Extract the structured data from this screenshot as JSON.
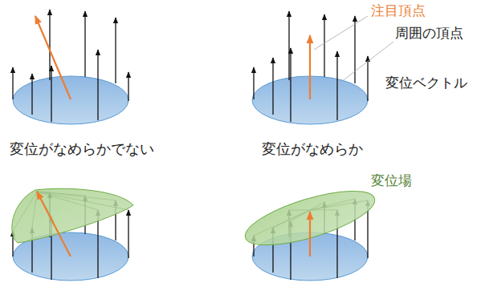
{
  "diagram": {
    "labels": [
      "注目頂点",
      "周囲の頂点",
      "変位ベクトル",
      "変位がなめらかでない",
      "変位がなめらか",
      "変位場"
    ]
  }
}
